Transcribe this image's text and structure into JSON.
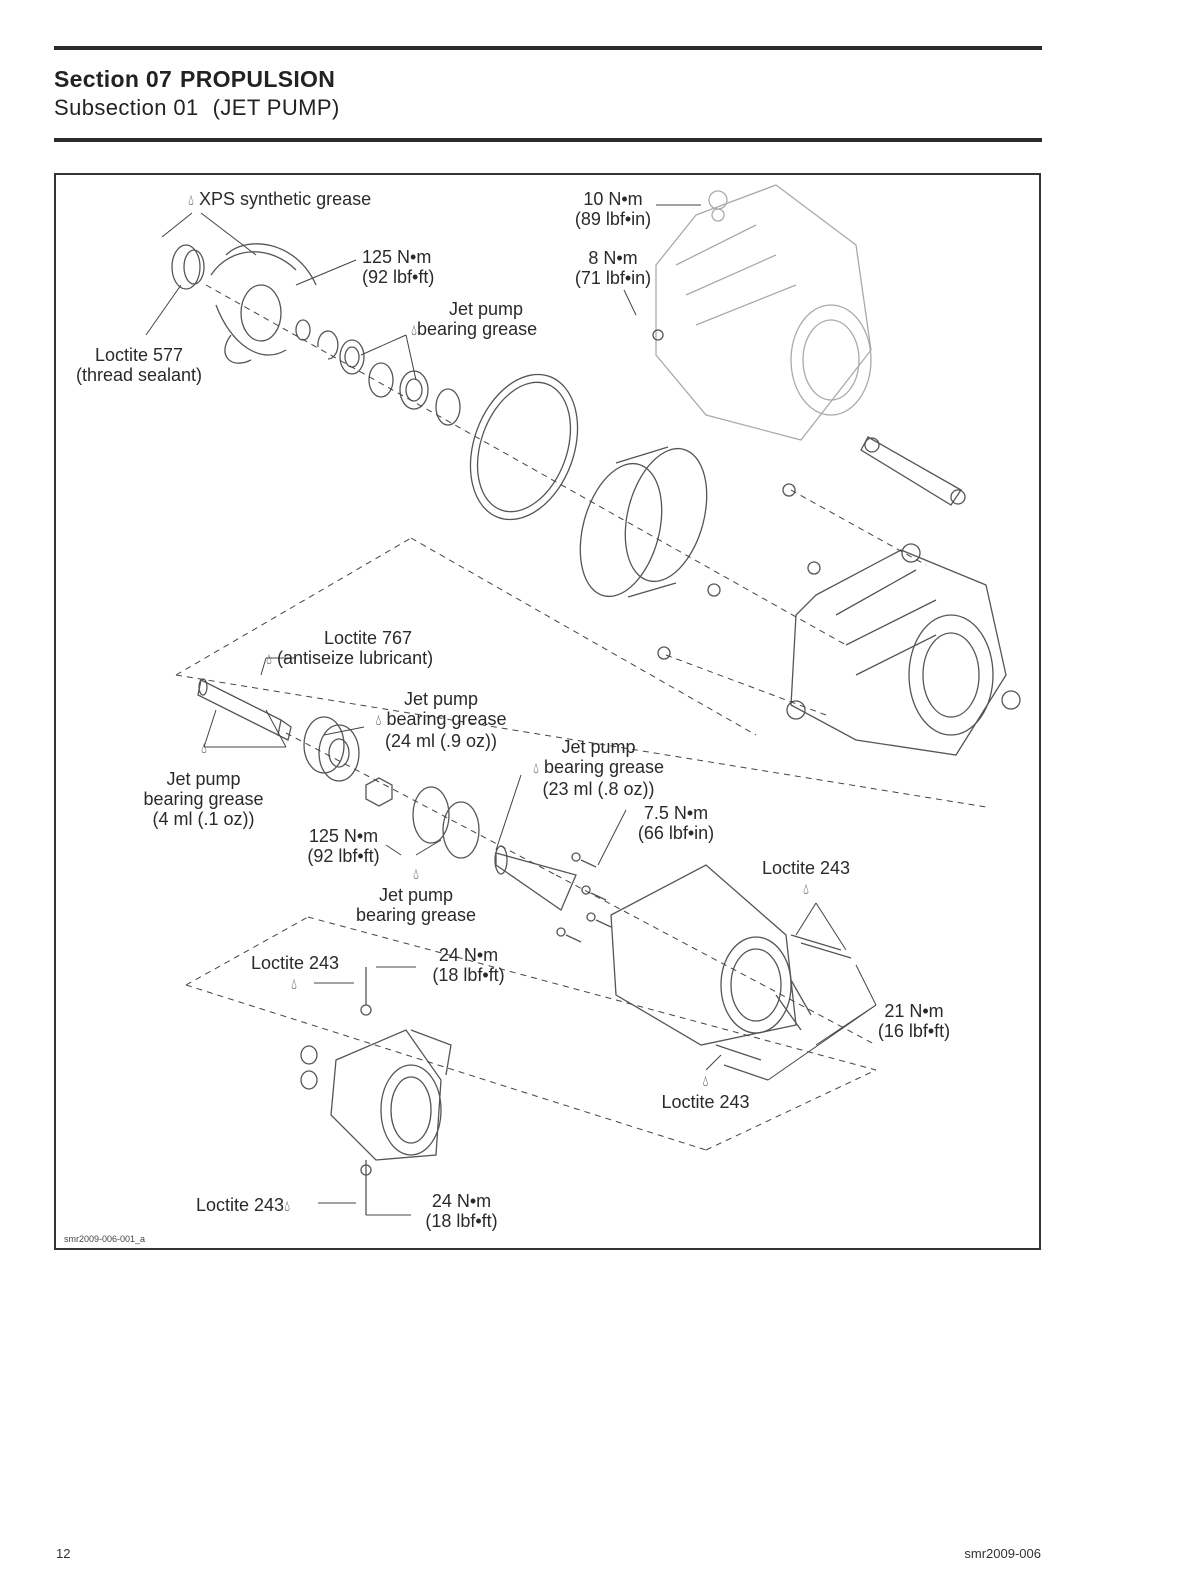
{
  "header": {
    "section_number": "Section 07",
    "section_title": "PROPULSION",
    "subsection_number": "Subsection 01",
    "subsection_title": "(JET PUMP)"
  },
  "figure": {
    "figure_id": "smr2009-006-001_a",
    "drop_symbol": "drop-icon",
    "labels": {
      "xps_grease": "XPS synthetic grease",
      "impeller_torque_nm": "125 N•m",
      "impeller_torque_lbf": "(92 lbf•ft)",
      "loctite_577": "Loctite 577",
      "thread_sealant": "(thread sealant)",
      "jp_grease_top_1": "Jet pump",
      "jp_grease_top_2": "bearing grease",
      "nut10_nm": "10 N•m",
      "nut10_lbf": "(89 lbf•in)",
      "nut8_nm": "8 N•m",
      "nut8_lbf": "(71 lbf•in)",
      "loctite_767": "Loctite 767",
      "antiseize": "(antiseize lubricant)",
      "jp_grease_24_1": "Jet pump",
      "jp_grease_24_2": "bearing grease",
      "jp_grease_24_3": "(24 ml (.9 oz))",
      "jp_grease_23_1": "Jet pump",
      "jp_grease_23_2": "bearing grease",
      "jp_grease_23_3": "(23 ml (.8 oz))",
      "jp_grease_4_1": "Jet pump",
      "jp_grease_4_2": "bearing grease",
      "jp_grease_4_3": "(4 ml (.1 oz))",
      "nut125_nm": "125 N•m",
      "nut125_lbf": "(92 lbf•ft)",
      "jp_grease_ring_1": "Jet pump",
      "jp_grease_ring_2": "bearing grease",
      "screw75_nm": "7.5 N•m",
      "screw75_lbf": "(66 lbf•in)",
      "loctite_243_right": "Loctite 243",
      "bolt21_nm": "21 N•m",
      "bolt21_lbf": "(16 lbf•ft)",
      "loctite_243_bottom": "Loctite 243",
      "loctite_243_mid": "Loctite 243",
      "bolt24_top_nm": "24 N•m",
      "bolt24_top_lbf": "(18 lbf•ft)",
      "loctite_243_low": "Loctite 243",
      "bolt24_low_nm": "24 N•m",
      "bolt24_low_lbf": "(18 lbf•ft)"
    }
  },
  "footer": {
    "page_number": "12",
    "doc_code": "smr2009-006"
  }
}
